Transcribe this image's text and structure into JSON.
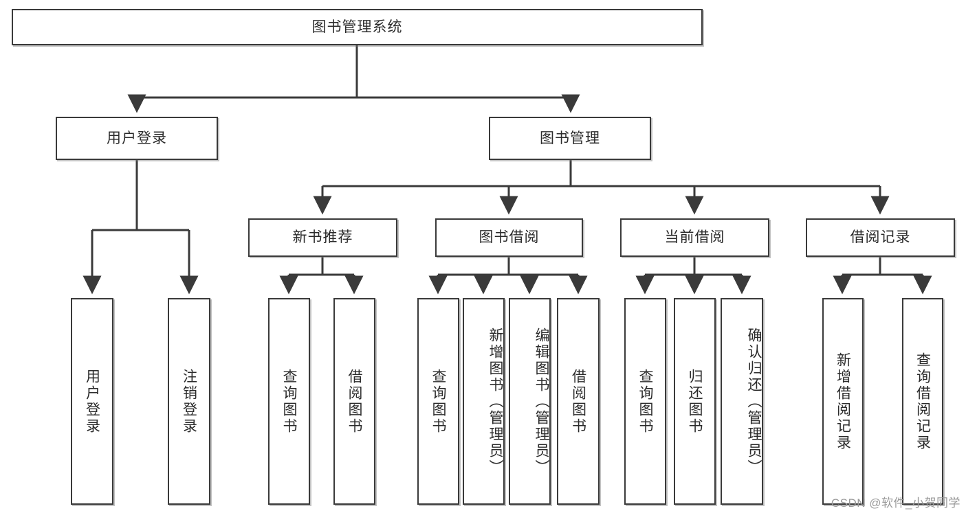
{
  "diagram": {
    "type": "tree",
    "title": "图书管理系统",
    "root": {
      "id": "root",
      "label": "图书管理系统"
    },
    "level2": [
      {
        "id": "user-login",
        "label": "用户登录"
      },
      {
        "id": "book-manage",
        "label": "图书管理"
      }
    ],
    "level3": [
      {
        "id": "new-book-recommend",
        "label": "新书推荐"
      },
      {
        "id": "book-borrow",
        "label": "图书借阅"
      },
      {
        "id": "current-borrow",
        "label": "当前借阅"
      },
      {
        "id": "borrow-record",
        "label": "借阅记录"
      }
    ],
    "leaves": [
      {
        "id": "leaf-user-login",
        "label": "用户登录",
        "parent": "user-login"
      },
      {
        "id": "leaf-logout-login",
        "label": "注销登录",
        "parent": "user-login"
      },
      {
        "id": "leaf-query-book-1",
        "label": "查询图书",
        "parent": "new-book-recommend"
      },
      {
        "id": "leaf-borrow-book-1",
        "label": "借阅图书",
        "parent": "new-book-recommend"
      },
      {
        "id": "leaf-query-book-2",
        "label": "查询图书",
        "parent": "book-borrow"
      },
      {
        "id": "leaf-add-book",
        "label": "新增图书（管理员）",
        "parent": "book-borrow"
      },
      {
        "id": "leaf-edit-book",
        "label": "编辑图书（管理员）",
        "parent": "book-borrow"
      },
      {
        "id": "leaf-borrow-book-2",
        "label": "借阅图书",
        "parent": "book-borrow"
      },
      {
        "id": "leaf-query-book-3",
        "label": "查询图书",
        "parent": "current-borrow"
      },
      {
        "id": "leaf-return-book",
        "label": "归还图书",
        "parent": "current-borrow"
      },
      {
        "id": "leaf-confirm-return",
        "label": "确认归还（管理员）",
        "parent": "current-borrow"
      },
      {
        "id": "leaf-add-record",
        "label": "新增借阅记录",
        "parent": "borrow-record"
      },
      {
        "id": "leaf-query-record",
        "label": "查询借阅记录",
        "parent": "borrow-record"
      }
    ],
    "colors": {
      "line": "#3a3a3a",
      "box_border": "#3a3a3a",
      "box_fill": "#ffffff",
      "text": "#2b2b2b",
      "watermark": "#9a9a9a"
    }
  },
  "watermark": {
    "text": "CSDN @软件_小贺同学"
  }
}
